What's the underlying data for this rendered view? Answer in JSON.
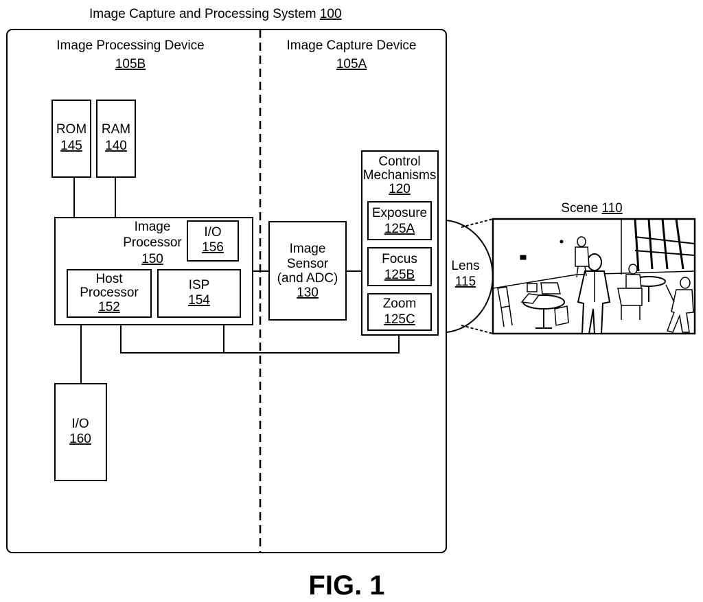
{
  "system": {
    "title": "Image Capture and Processing System",
    "ref": "100"
  },
  "processing_device": {
    "title": "Image Processing Device",
    "ref": "105B"
  },
  "capture_device": {
    "title": "Image Capture Device",
    "ref": "105A"
  },
  "rom": {
    "label": "ROM",
    "ref": "145"
  },
  "ram": {
    "label": "RAM",
    "ref": "140"
  },
  "image_processor": {
    "line1": "Image",
    "line2": "Processor",
    "ref": "150"
  },
  "io_156": {
    "label": "I/O",
    "ref": "156"
  },
  "host_processor": {
    "line1": "Host",
    "line2": "Processor",
    "ref": "152"
  },
  "isp": {
    "label": "ISP",
    "ref": "154"
  },
  "io_160": {
    "label": "I/O",
    "ref": "160"
  },
  "image_sensor": {
    "line1": "Image",
    "line2": "Sensor",
    "line3": "(and ADC)",
    "ref": "130"
  },
  "control_mechanisms": {
    "line1": "Control",
    "line2": "Mechanisms",
    "ref": "120"
  },
  "exposure": {
    "label": "Exposure",
    "ref": "125A"
  },
  "focus": {
    "label": "Focus",
    "ref": "125B"
  },
  "zoom": {
    "label": "Zoom",
    "ref": "125C"
  },
  "lens": {
    "label": "Lens",
    "ref": "115"
  },
  "scene": {
    "label": "Scene",
    "ref": "110"
  },
  "figure": {
    "caption": "FIG. 1"
  }
}
